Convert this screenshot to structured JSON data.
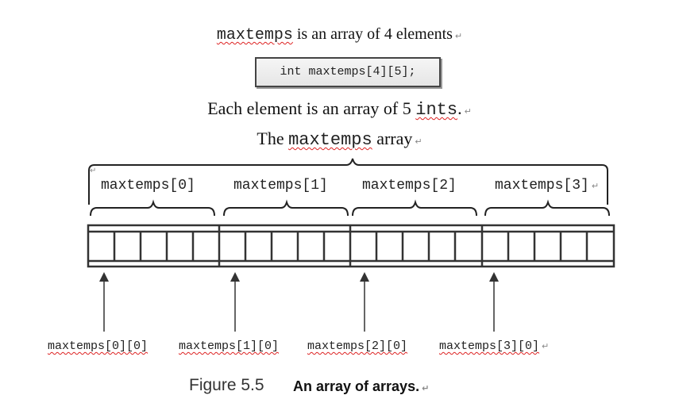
{
  "header": {
    "title_code": "maxtemps",
    "title_rest": " is an array of 4 elements",
    "declaration": "int maxtemps[4][5];",
    "each_prefix": "Each element is an array of 5 ",
    "each_code": "ints",
    "each_suffix": ".",
    "array_title_pre": "The ",
    "array_title_code": "maxtemps",
    "array_title_post": " array"
  },
  "elements": [
    {
      "label": "maxtemps[0]",
      "first_label": "maxtemps[0][0]"
    },
    {
      "label": "maxtemps[1]",
      "first_label": "maxtemps[1][0]"
    },
    {
      "label": "maxtemps[2]",
      "first_label": "maxtemps[2][0]"
    },
    {
      "label": "maxtemps[3]",
      "first_label": "maxtemps[3][0]"
    }
  ],
  "caption": {
    "figure": "Figure 5.5",
    "text": "An array of arrays."
  },
  "colors": {
    "stroke": "#333333",
    "spellcheck": "#dd2222"
  }
}
